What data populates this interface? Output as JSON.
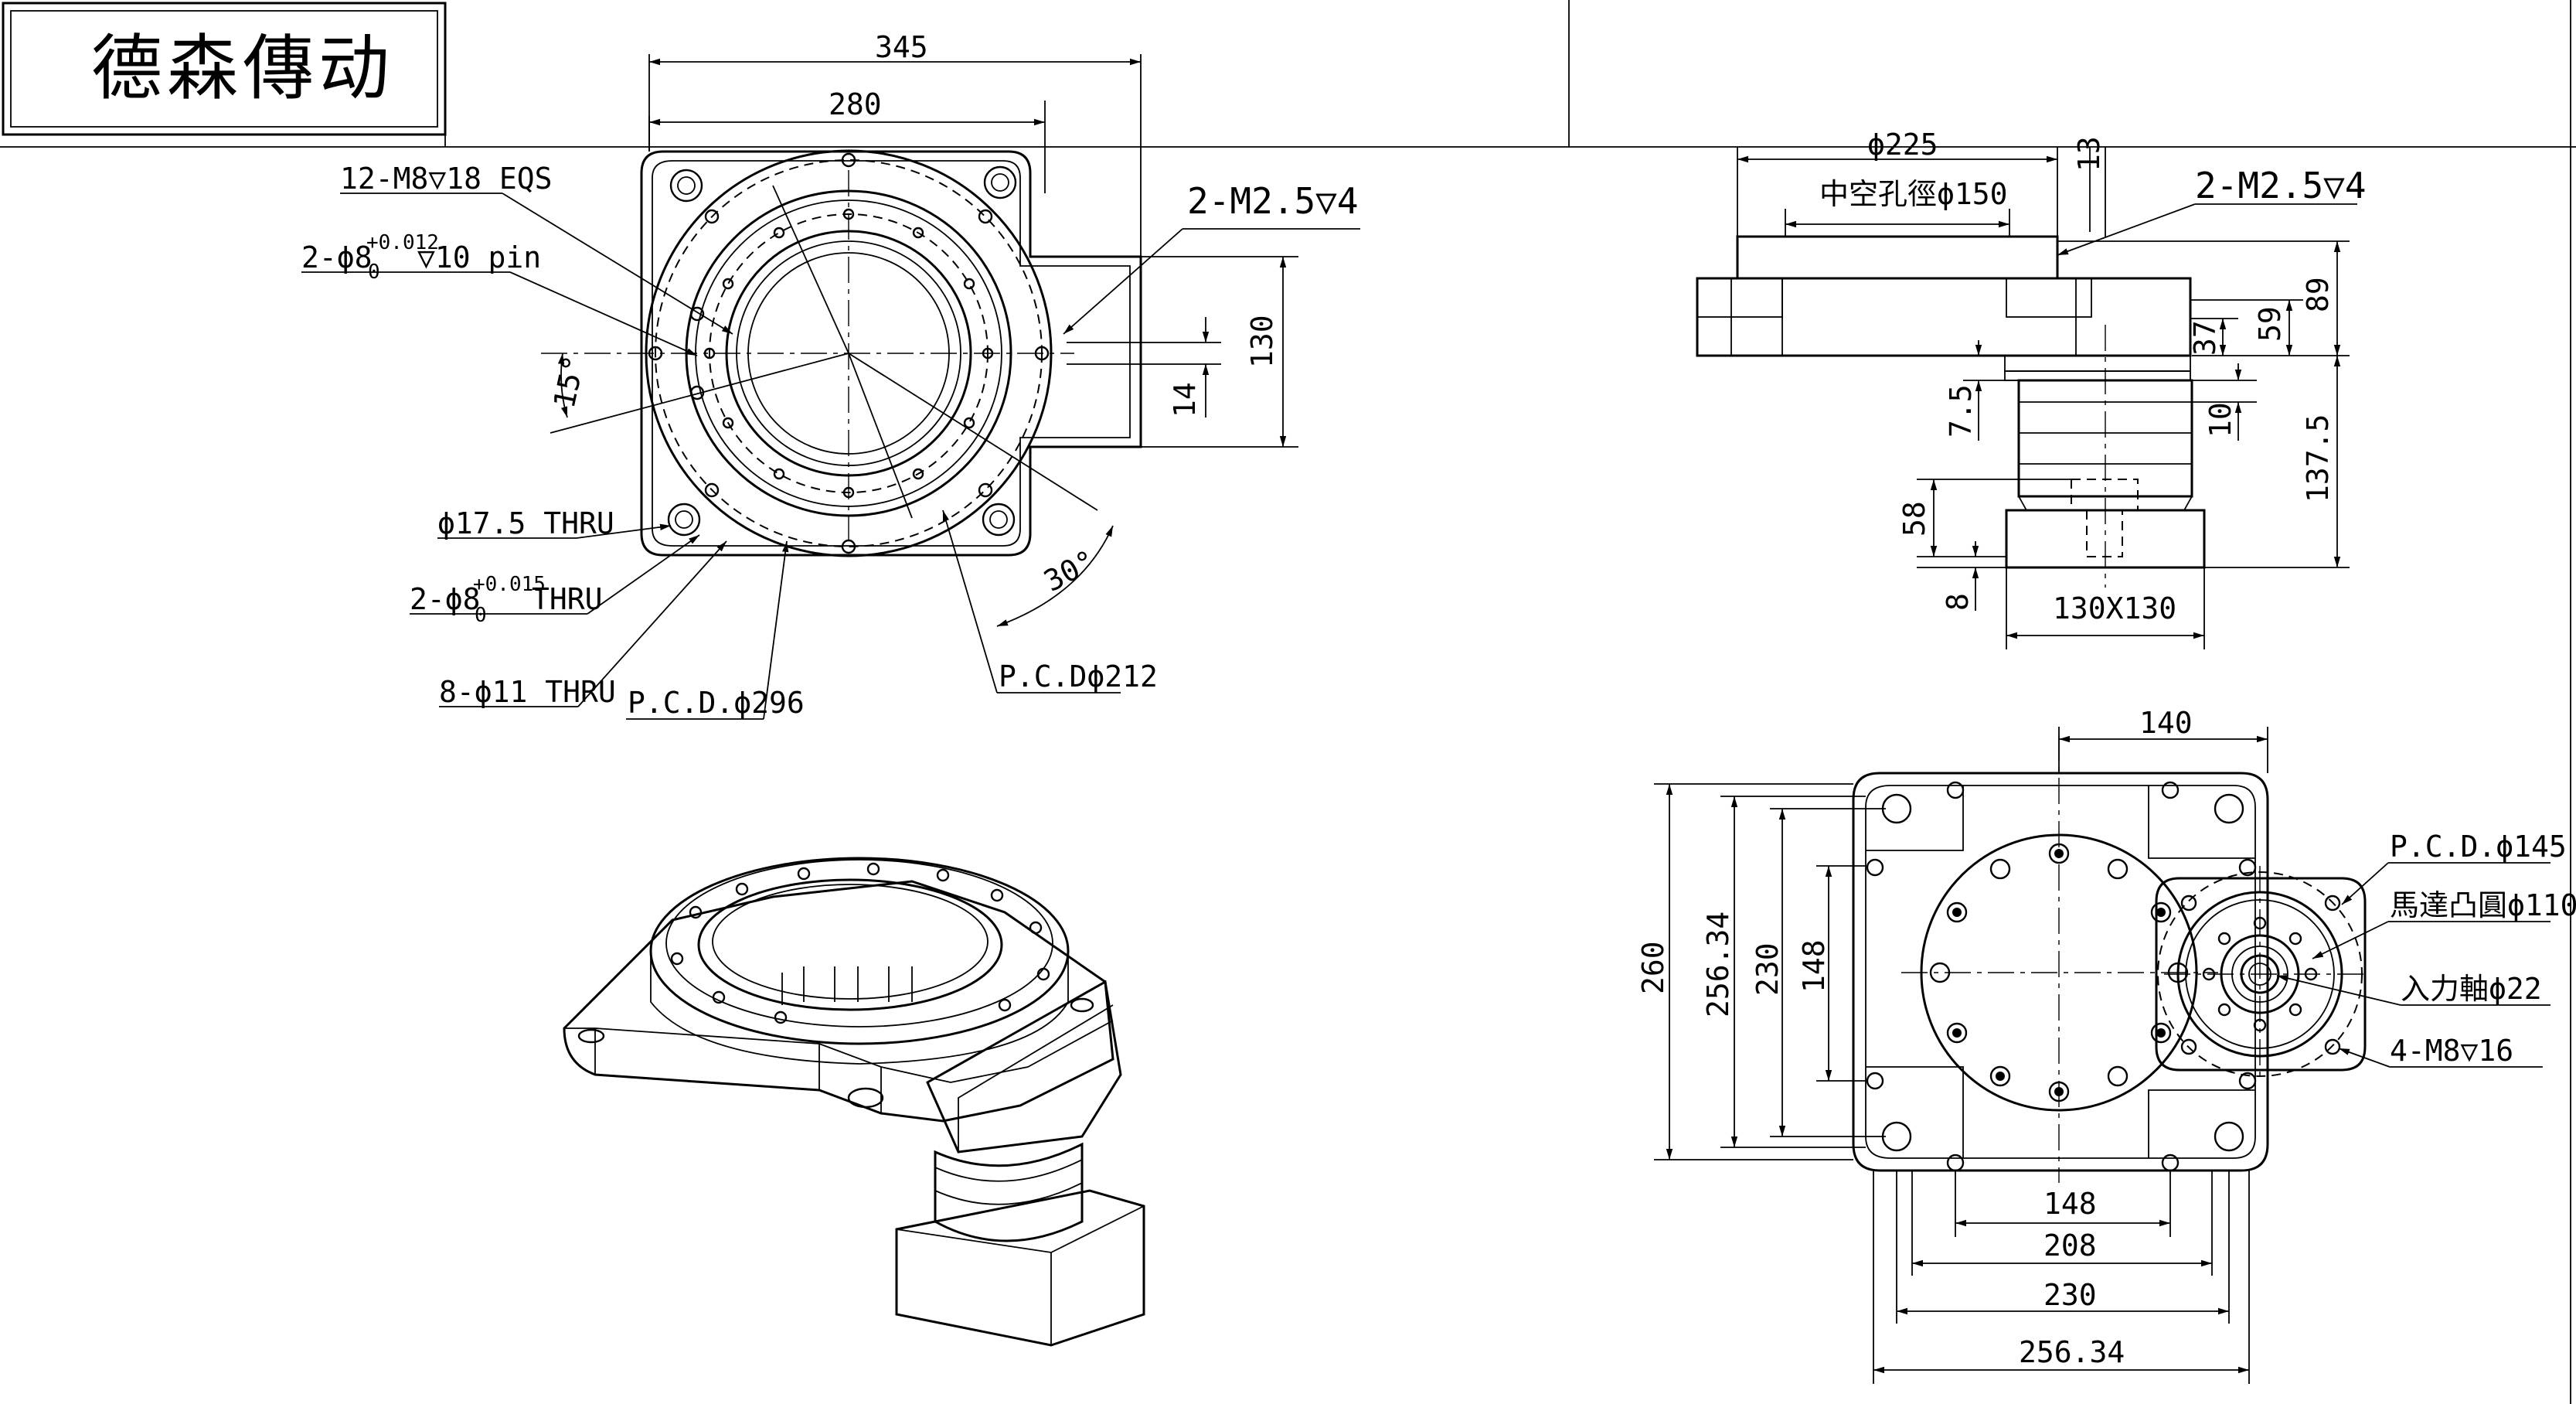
{
  "title": "德森傳动",
  "top_left_view": {
    "dims": {
      "w345": "345",
      "w280": "280",
      "h130": "130",
      "h14": "14",
      "a15": "15°",
      "a30": "30°"
    },
    "callouts": {
      "m8_eqs": "12-M8▽18 EQS",
      "pin_prefix": "2-ϕ8",
      "pin_tol_upper": "+0.012",
      "pin_tol_lower": "0",
      "pin_suffix": "▽10 pin",
      "m25": "2-M2.5▽4",
      "thru175": "ϕ17.5 THRU",
      "thru8_prefix": "2-ϕ8",
      "thru8_tol_upper": "+0.015",
      "thru8_tol_lower": "0",
      "thru8_suffix": "THRU",
      "thru11": "8-ϕ11 THRU",
      "pcd296": "P.C.D.ϕ296",
      "pcd212": "P.C.Dϕ212"
    }
  },
  "side_view": {
    "dims": {
      "d225": "ϕ225",
      "d150": "中空孔徑ϕ150",
      "v13": "13",
      "m25": "2-M2.5▽4",
      "v89": "89",
      "v59": "59",
      "v37": "37",
      "v75": "7.5",
      "v10": "10",
      "v1375": "137.5",
      "v58": "58",
      "v8": "8",
      "sq130": "130X130"
    }
  },
  "bottom_view": {
    "dims": {
      "w140": "140",
      "h260": "260",
      "h25634": "256.34",
      "h230": "230",
      "h148": "148",
      "w148": "148",
      "w208": "208",
      "w230": "230",
      "w25634": "256.34"
    },
    "callouts": {
      "pcd145": "P.C.D.ϕ145",
      "motor110": "馬達凸圓ϕ110",
      "shaft22": "入力軸ϕ22",
      "m8": "4-M8▽16"
    }
  }
}
